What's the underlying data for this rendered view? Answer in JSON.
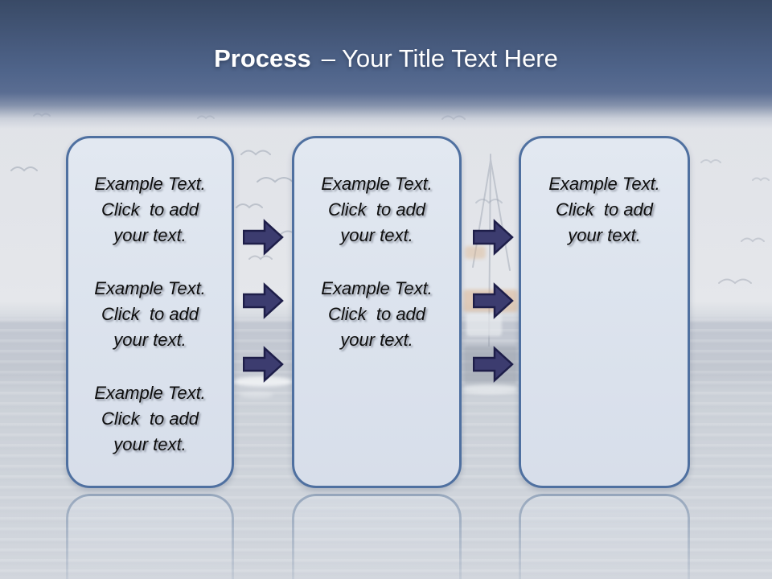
{
  "slide": {
    "title": {
      "bold": "Process",
      "rest": "– Your Title Text Here"
    },
    "colors": {
      "header_top": "#394a66",
      "header_mid": "#4f648a",
      "title_text": "#ffffff",
      "box_fill": "#dde4ee",
      "box_border": "#4f70a0",
      "arrow_fill": "#3c3c6f",
      "arrow_outline": "#1e1e49",
      "body_text": "#0d0d0d"
    },
    "background": {
      "description": "faded photo of sea with seagulls and a fishing boat",
      "photo_elements": [
        "seagull-icon",
        "fishing-boat",
        "sea-horizon",
        "wave-foam"
      ]
    },
    "boxes": [
      {
        "name": "step-1",
        "paragraphs": [
          [
            "Example Text.",
            "Click  to add",
            "your text."
          ],
          [
            "Example Text.",
            "Click  to add",
            "your text."
          ],
          [
            "Example Text.",
            "Click  to add",
            "your text."
          ]
        ]
      },
      {
        "name": "step-2",
        "paragraphs": [
          [
            "Example Text.",
            "Click  to add",
            "your text."
          ],
          [
            "Example Text.",
            "Click  to add",
            "your text."
          ]
        ]
      },
      {
        "name": "step-3",
        "paragraphs": [
          [
            "Example Text.",
            "Click  to add",
            "your text."
          ]
        ]
      }
    ],
    "arrows": {
      "icon": "right-block-arrow",
      "between_1_2": 3,
      "between_2_3": 3
    }
  }
}
